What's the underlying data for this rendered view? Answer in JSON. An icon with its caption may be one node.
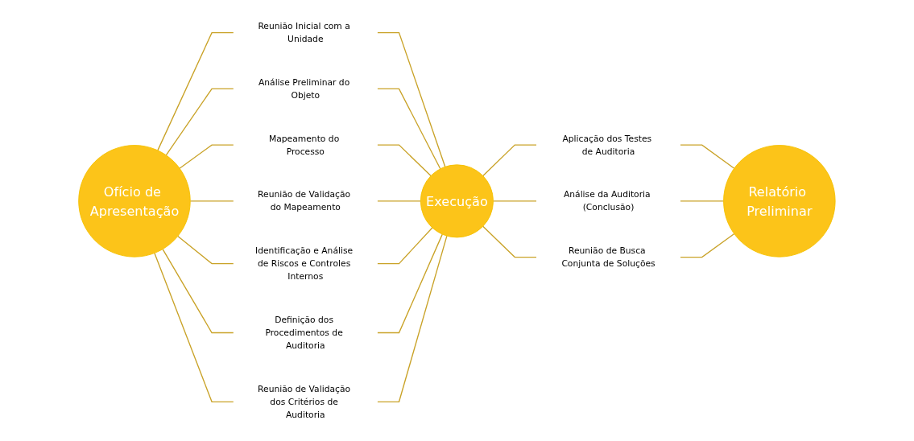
{
  "diagram": {
    "nodes": [
      {
        "text": [
          "Ofício de Apresentação"
        ]
      },
      {
        "text": [
          "Reunião Inicial com a Unidade"
        ]
      },
      {
        "text": [
          "Análise Preliminar do Objeto"
        ]
      },
      {
        "text": [
          "Mapeamento do Processo"
        ]
      },
      {
        "text": [
          "Reunião de Validação do Mapeamento"
        ]
      },
      {
        "text": [
          "Identificação e Análise de Riscos e Controles Internos"
        ]
      },
      {
        "text": [
          "Definição dos Procedimentos de Auditoria"
        ]
      },
      {
        "text": [
          "Reunião de Validação dos Critérios de Auditoria"
        ]
      },
      {
        "text": [
          "Execução"
        ]
      },
      {
        "text": [
          "Aplicação dos Testes de Auditoria"
        ]
      },
      {
        "text": [
          "Análise da Auditoria (Conclusão)"
        ]
      },
      {
        "text": [
          "Reunião de Busca Conjunta de Soluções"
        ]
      },
      {
        "text": [
          "Relatório Preliminar"
        ]
      }
    ],
    "edges": [
      {
        "from": 0,
        "to": 1,
        "arrow": "none"
      },
      {
        "from": 0,
        "to": 2,
        "arrow": "none"
      },
      {
        "from": 0,
        "to": 3,
        "arrow": "none"
      },
      {
        "from": 0,
        "to": 4,
        "arrow": "none"
      },
      {
        "from": 0,
        "to": 5,
        "arrow": "none"
      },
      {
        "from": 0,
        "to": 6,
        "arrow": "none"
      },
      {
        "from": 0,
        "to": 7,
        "arrow": "none"
      },
      {
        "from": 1,
        "to": 8,
        "arrow": "none"
      },
      {
        "from": 2,
        "to": 8,
        "arrow": "none"
      },
      {
        "from": 3,
        "to": 8,
        "arrow": "none"
      },
      {
        "from": 4,
        "to": 8,
        "arrow": "none"
      },
      {
        "from": 5,
        "to": 8,
        "arrow": "none"
      },
      {
        "from": 6,
        "to": 8,
        "arrow": "none"
      },
      {
        "from": 7,
        "to": 8,
        "arrow": "none"
      },
      {
        "from": 8,
        "to": 9,
        "arrow": "none"
      },
      {
        "from": 8,
        "to": 10,
        "arrow": "none"
      },
      {
        "from": 8,
        "to": 11,
        "arrow": "none"
      },
      {
        "from": 9,
        "to": 12,
        "arrow": "none"
      },
      {
        "from": 10,
        "to": 12,
        "arrow": "none"
      },
      {
        "from": 11,
        "to": 12,
        "arrow": "none"
      }
    ]
  }
}
